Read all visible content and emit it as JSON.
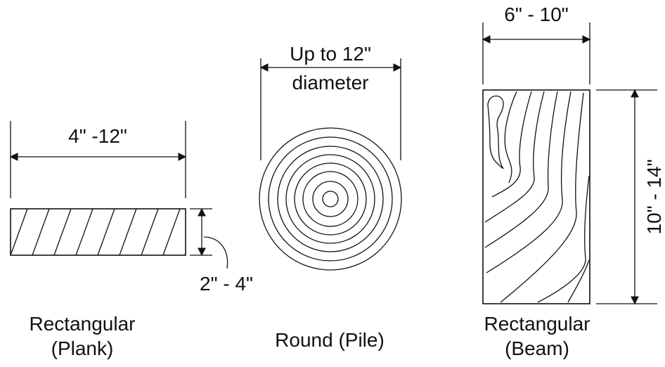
{
  "plank": {
    "width_label": "4\" -12\"",
    "thickness_label": "2\" - 4\"",
    "caption_line1": "Rectangular",
    "caption_line2": "(Plank)"
  },
  "pile": {
    "diameter_label_line1": "Up to 12\"",
    "diameter_label_line2": "diameter",
    "caption": "Round (Pile)"
  },
  "beam": {
    "width_label": "6\" - 10\"",
    "depth_label": "10\" - 14\"",
    "caption_line1": "Rectangular",
    "caption_line2": "(Beam)"
  },
  "colors": {
    "ink": "#111111",
    "background": "#ffffff"
  }
}
